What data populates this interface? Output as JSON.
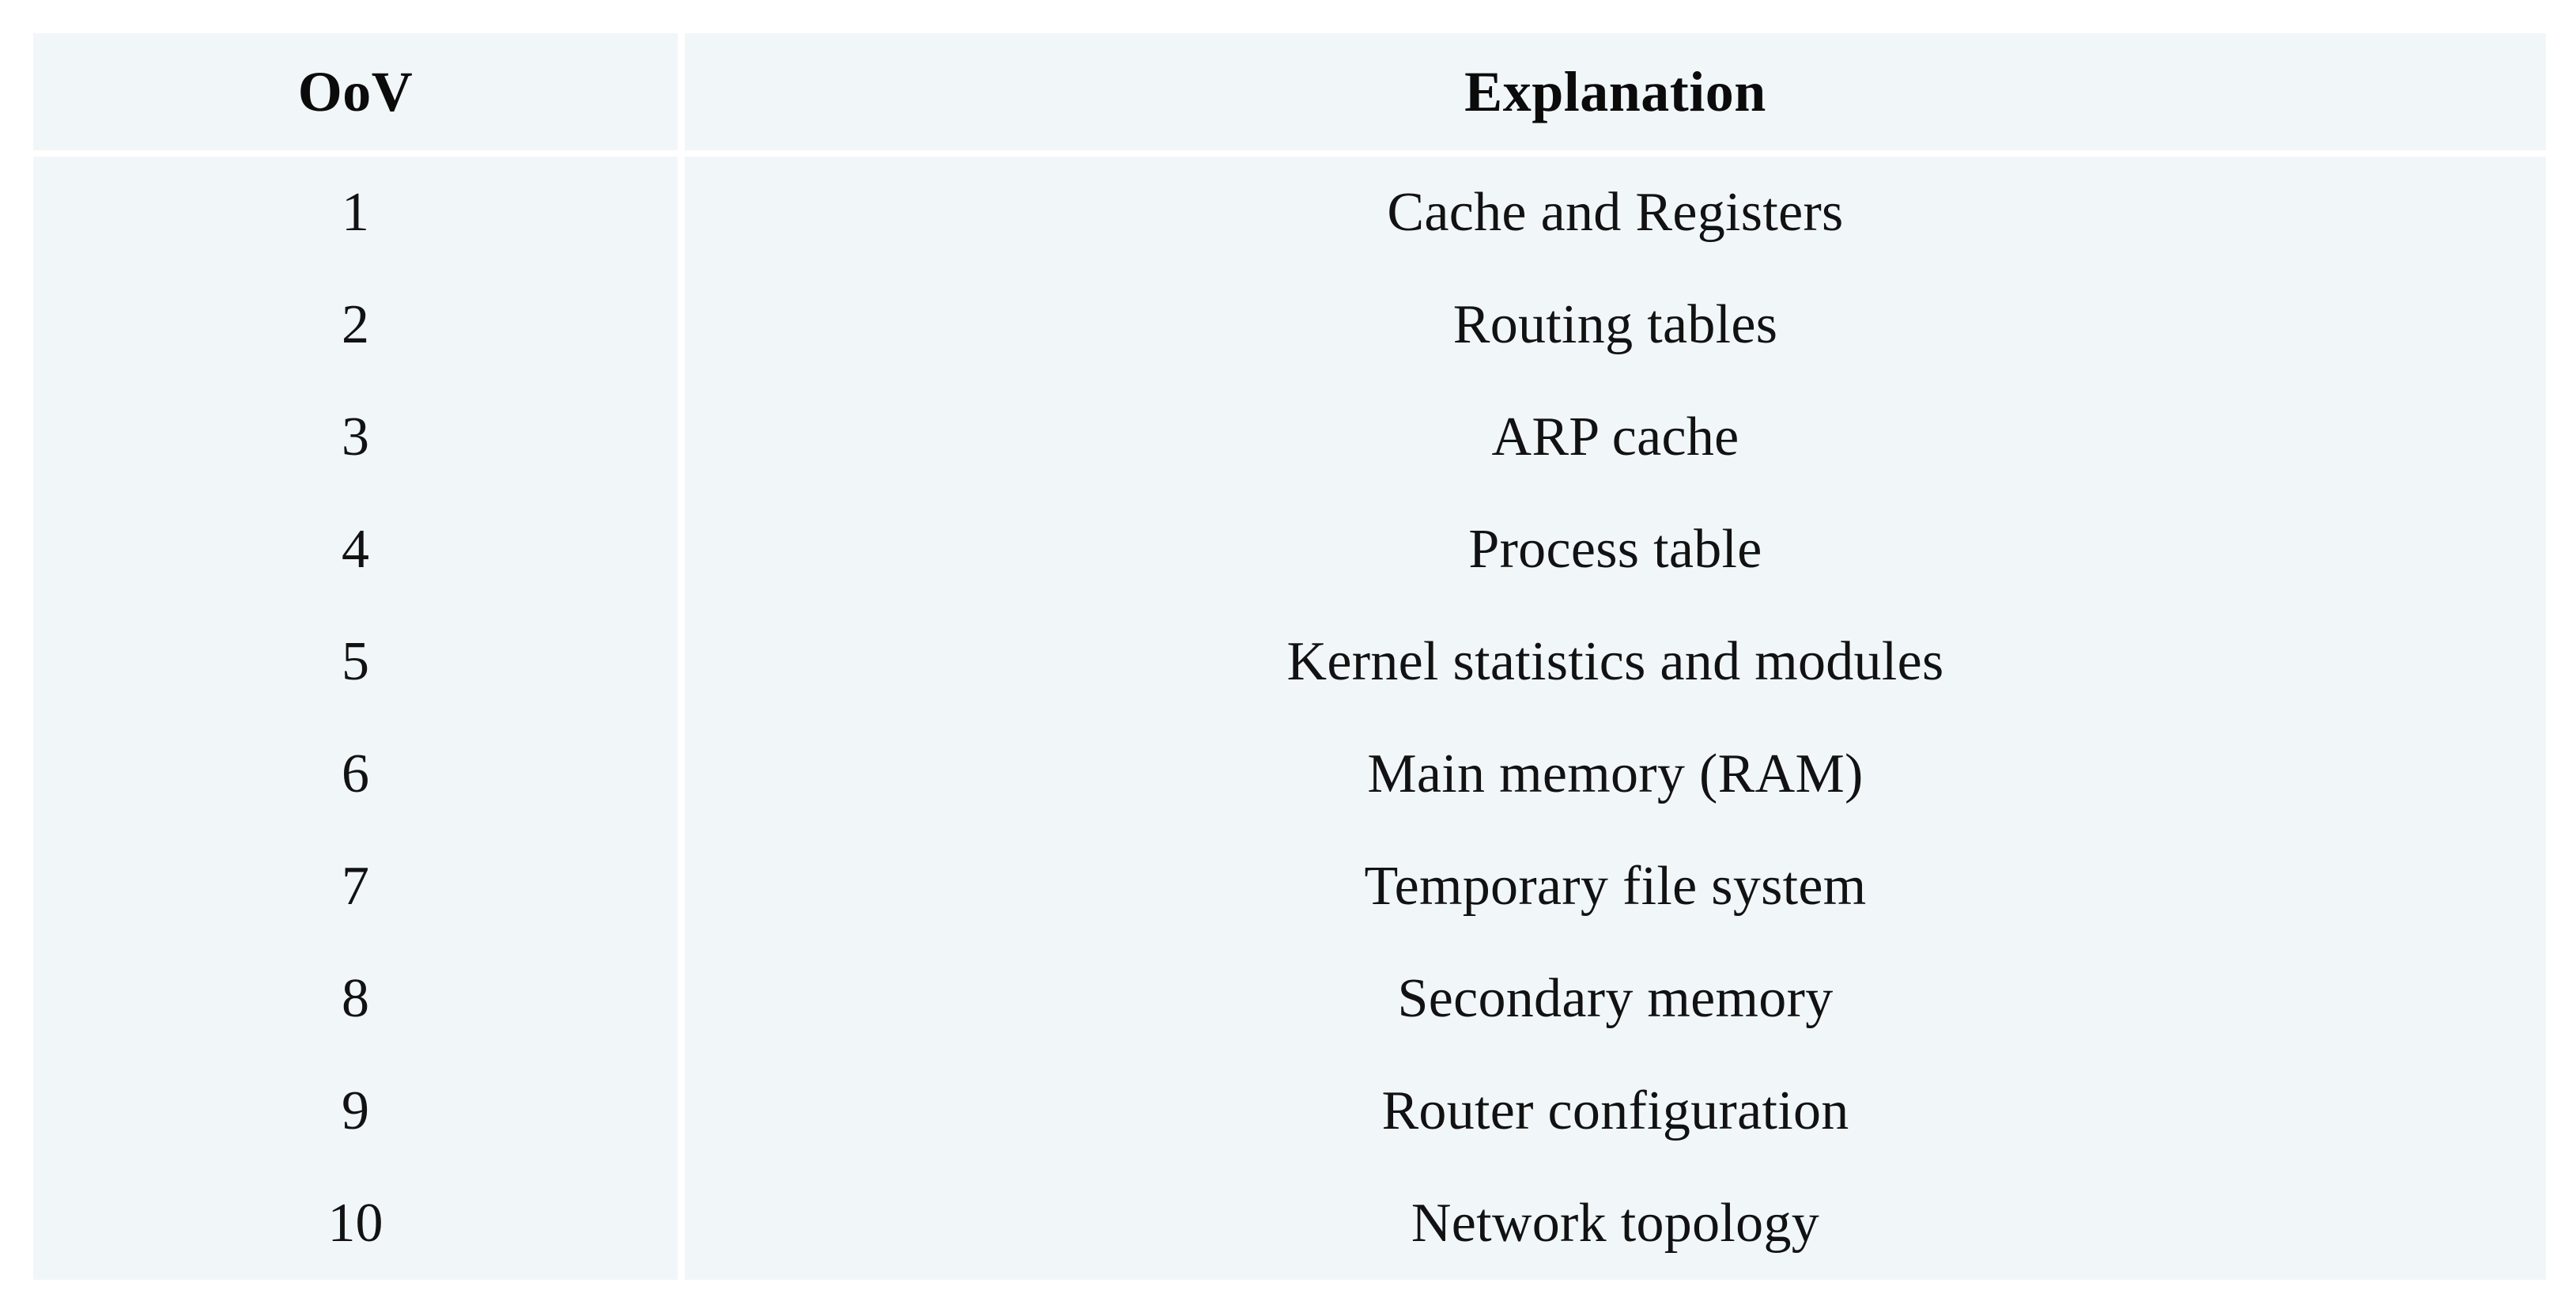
{
  "table": {
    "columns": [
      {
        "key": "oov",
        "header": "OoV",
        "align": "center"
      },
      {
        "key": "explanation",
        "header": "Explanation",
        "align": "center"
      }
    ],
    "header": {
      "oov": "OoV",
      "explanation": "Explanation"
    },
    "rows": [
      {
        "oov": "1",
        "explanation": "Cache and Registers"
      },
      {
        "oov": "2",
        "explanation": "Routing tables"
      },
      {
        "oov": "3",
        "explanation": "ARP cache"
      },
      {
        "oov": "4",
        "explanation": "Process table"
      },
      {
        "oov": "5",
        "explanation": "Kernel statistics and modules"
      },
      {
        "oov": "6",
        "explanation": "Main memory (RAM)"
      },
      {
        "oov": "7",
        "explanation": "Temporary file system"
      },
      {
        "oov": "8",
        "explanation": "Secondary memory"
      },
      {
        "oov": "9",
        "explanation": "Router configuration"
      },
      {
        "oov": "10",
        "explanation": "Network topology"
      }
    ],
    "row_count": 10,
    "colors": {
      "cell_background": "#f1f6f9",
      "page_background": "#ffffff",
      "text": "#121212",
      "header_text": "#0b0b0b",
      "divider": "#ffffff"
    }
  }
}
